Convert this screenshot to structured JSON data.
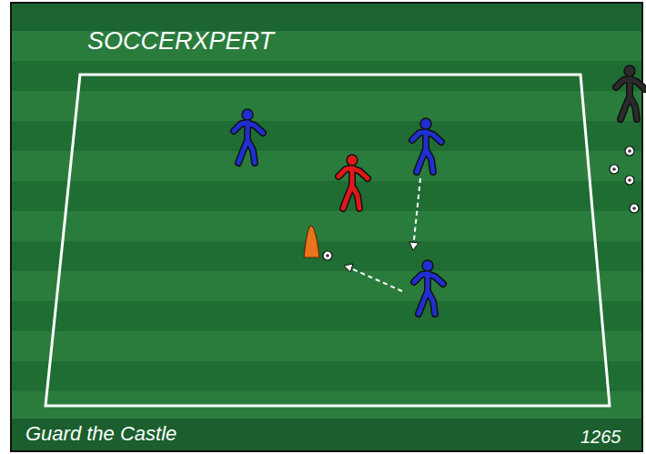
{
  "diagram": {
    "title": "Guard the Castle",
    "labels": [
      "SOCCERXPERT",
      "1265"
    ]
  }
}
